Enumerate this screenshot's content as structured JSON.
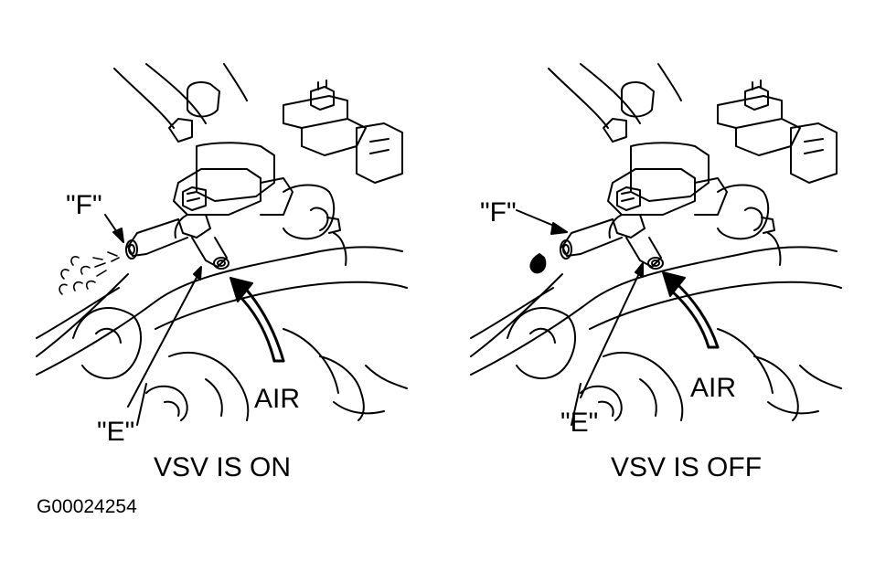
{
  "panels": [
    {
      "label_f": "\"F\"",
      "label_e": "\"E\"",
      "label_air": "AIR",
      "caption": "VSV IS ON",
      "port_f_state": "air-exiting"
    },
    {
      "label_f": "\"F\"",
      "label_e": "\"E\"",
      "label_air": "AIR",
      "caption": "VSV IS OFF",
      "port_f_state": "blocked"
    }
  ],
  "figure_id": "G00024254",
  "colors": {
    "ink": "#000000",
    "background": "#ffffff"
  }
}
